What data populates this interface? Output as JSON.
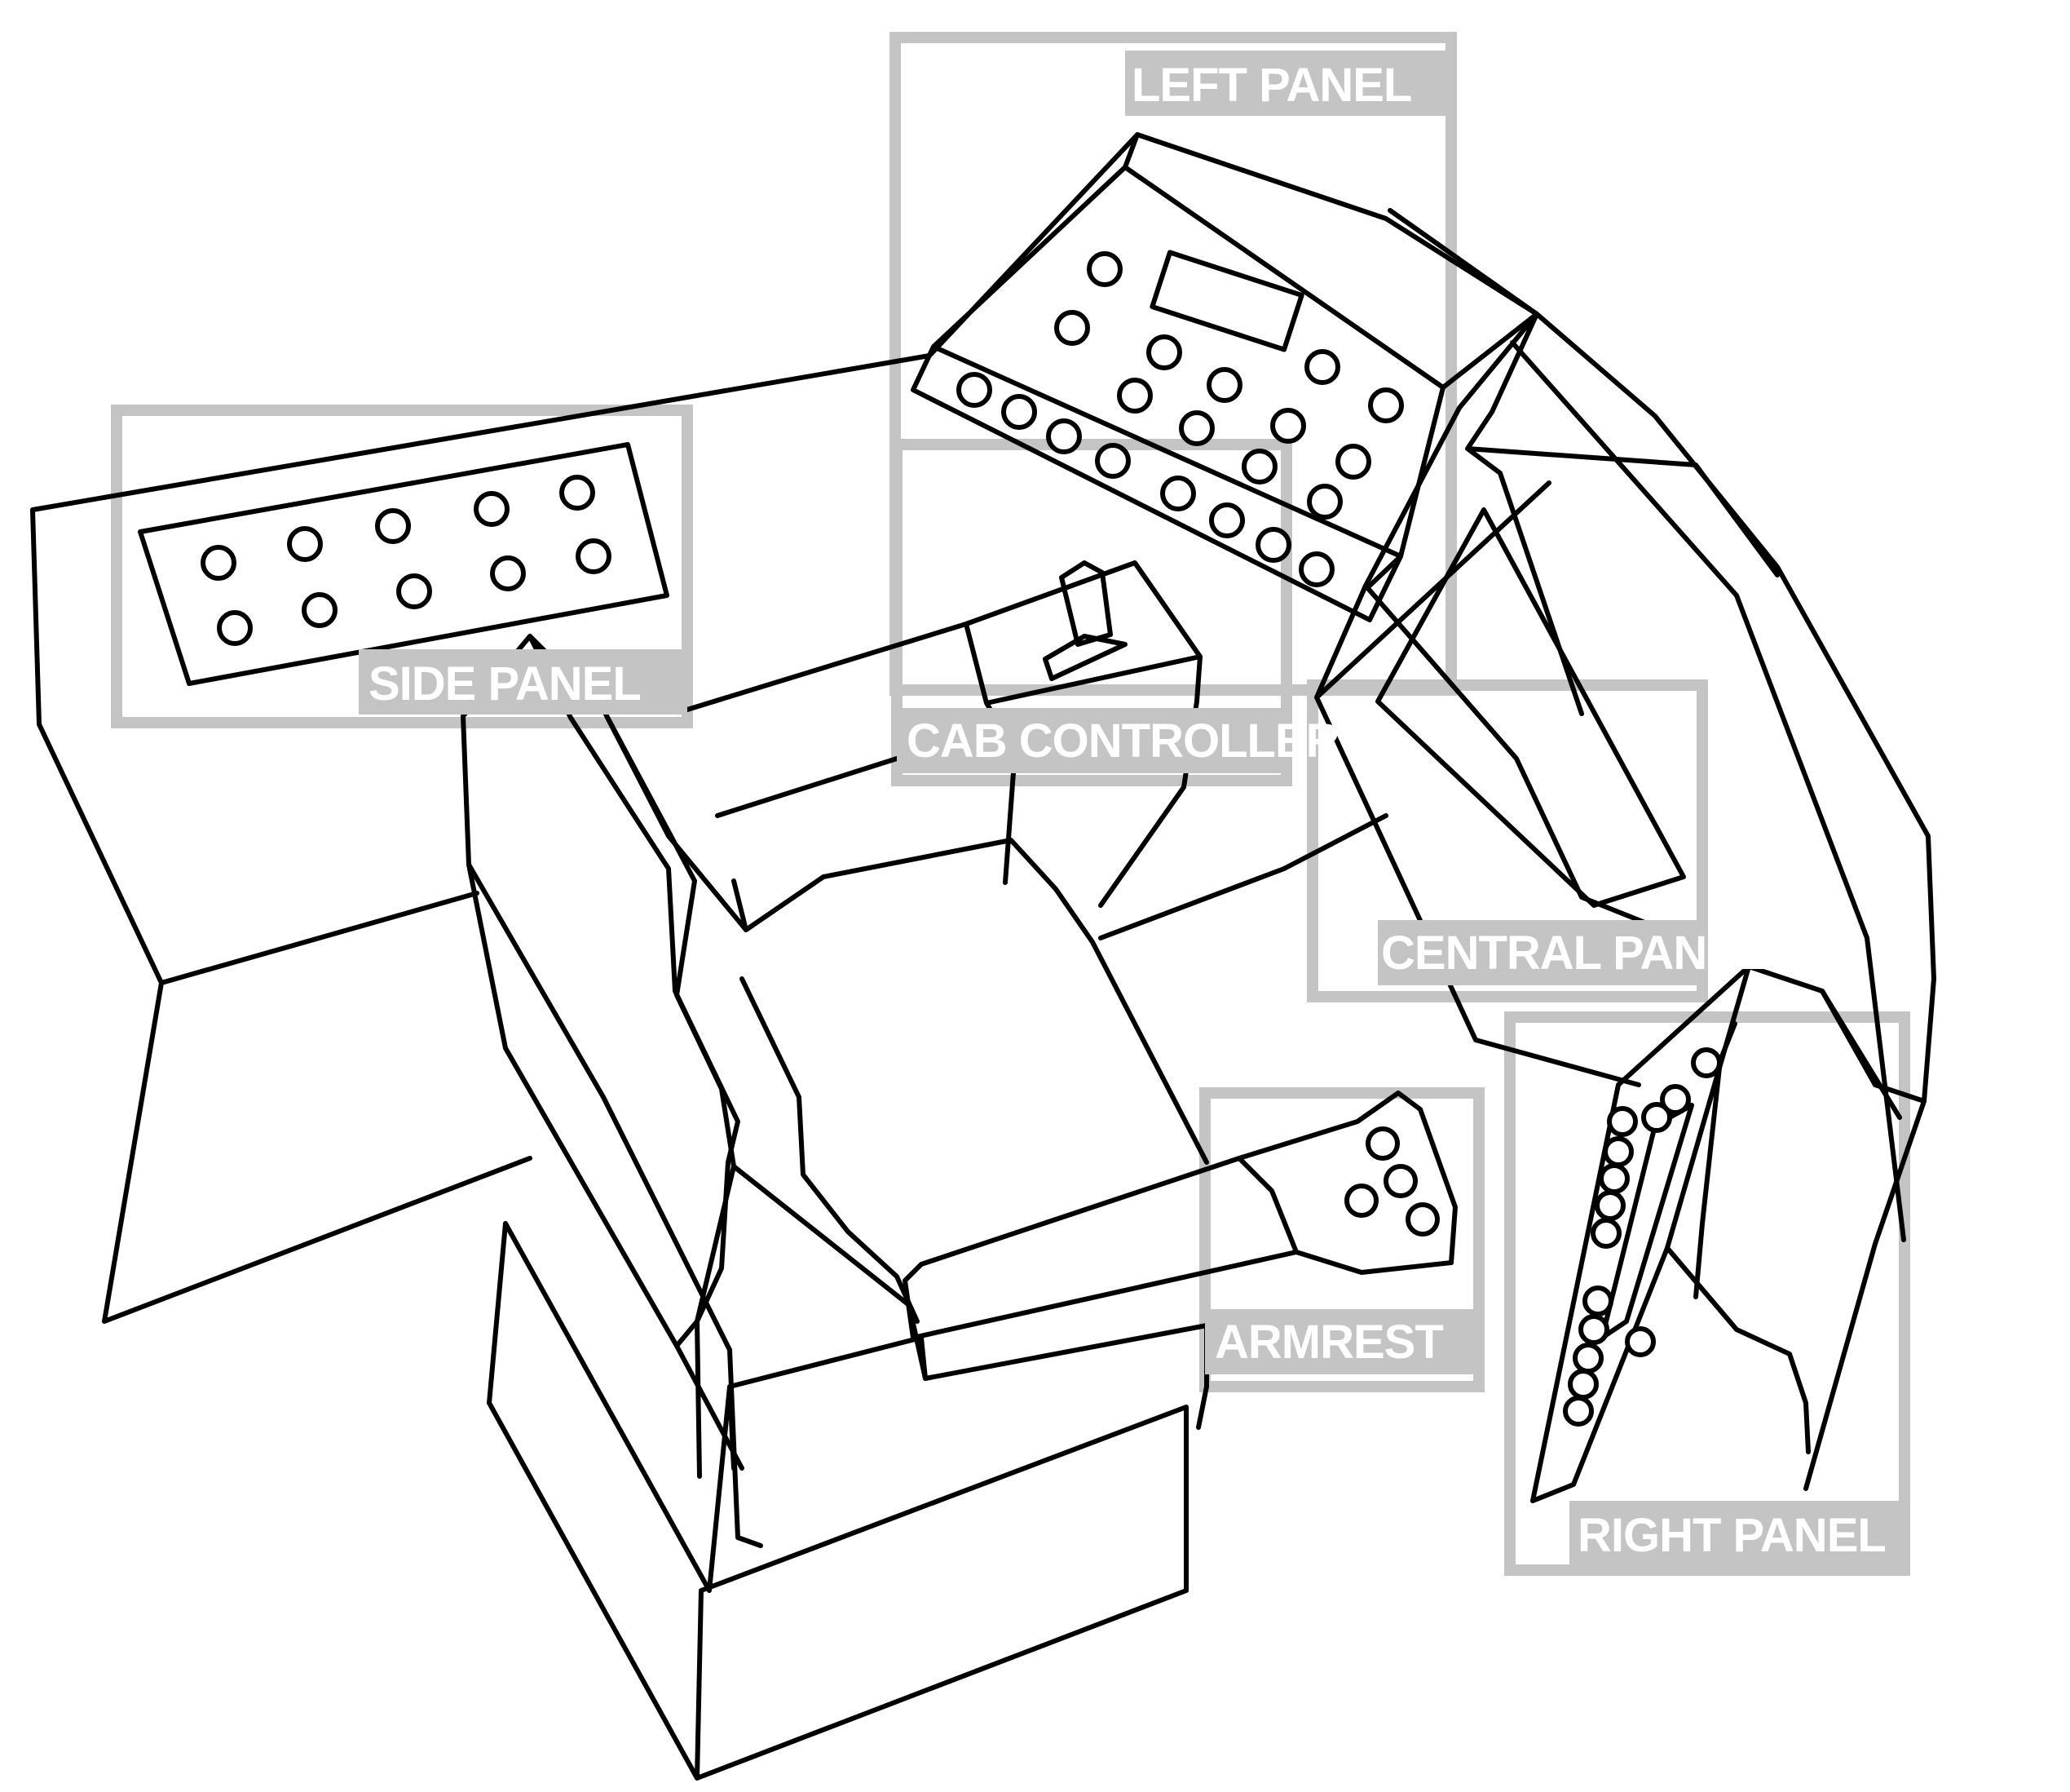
{
  "colors": {
    "line": "#000000",
    "callout": "#c4c4c4",
    "label_text": "#ffffff",
    "background": "#ffffff"
  },
  "labels": {
    "left_panel": "LEFT PANEL",
    "side_panel": "SIDE PANEL",
    "cab_controller": "CAB CONTROLLER",
    "central_panel": "CENTRAL PANEL",
    "armrest": "ARMREST",
    "right_panel": "RIGHT PANEL"
  }
}
